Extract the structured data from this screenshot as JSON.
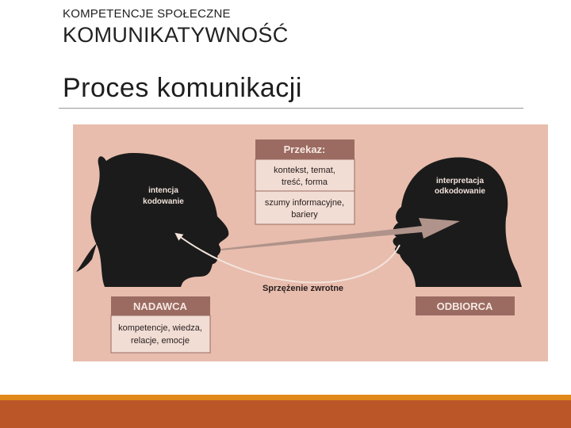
{
  "slide": {
    "kicker": "KOMPETENCJE SPOŁECZNE",
    "heading": "KOMUNIKATYWNOŚĆ",
    "title": "Proces komunikacji"
  },
  "diagram": {
    "message_header": "Przekaz:",
    "message_content": [
      "kontekst, temat,",
      "treść, forma"
    ],
    "message_noise": [
      "szumy informacyjne,",
      "bariery"
    ],
    "sender_head": [
      "intencja",
      "kodowanie"
    ],
    "receiver_head": [
      "interpretacja",
      "odkodowanie"
    ],
    "feedback": "Sprzężenie zwrotne",
    "sender_label": "NADAWCA",
    "sender_traits": [
      "kompetencje, wiedza,",
      "relacje, emocje"
    ],
    "receiver_label": "ODBIORCA",
    "colors": {
      "background": "#e8bdad",
      "silhouette": "#1b1b1b",
      "box_header": "#9b6b62",
      "box_body": "#f1ddd4",
      "arrow": "#b0938a"
    }
  }
}
